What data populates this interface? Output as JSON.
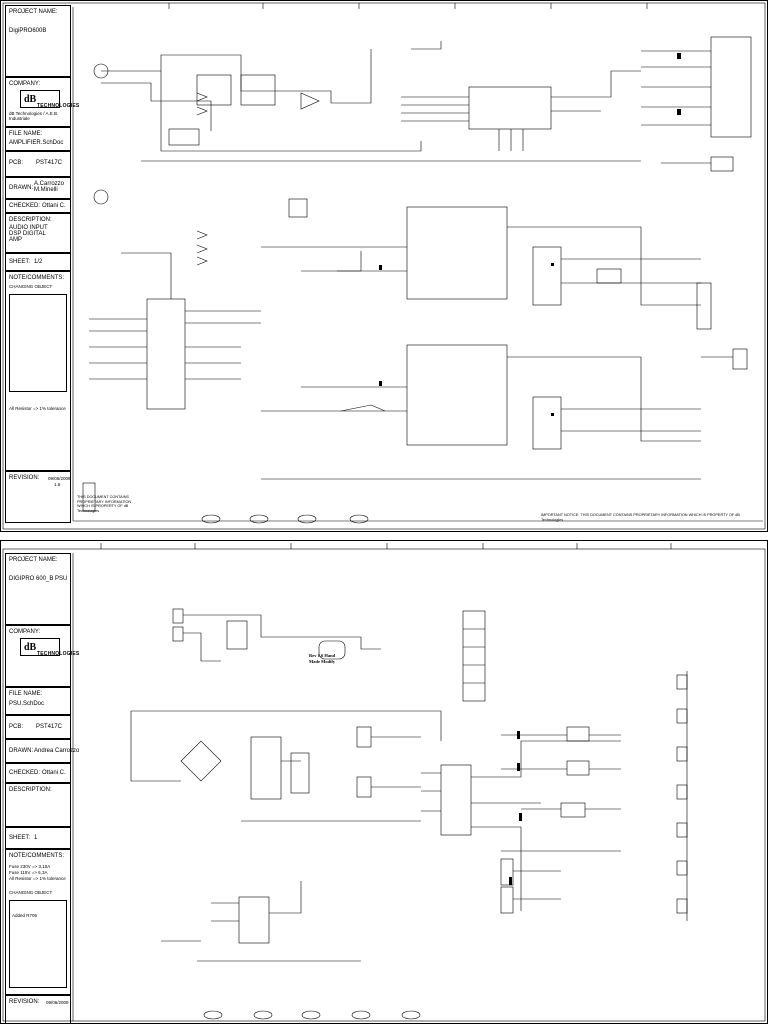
{
  "sheet1": {
    "project_label": "PROJECT NAME:",
    "project_name": "DigiPRO600B",
    "company_label": "COMPANY:",
    "logo_text": "dB",
    "logo_sub": "TECHNOLOGIES",
    "company_address": "dB Technologies / A.E.B. Industriale",
    "file_label": "FILE NAME:",
    "file_name": "AMPLIFIER.SchDoc",
    "pcb_label": "PCB:",
    "pcb_value": "PST417C",
    "drawn_label": "DRAWN:",
    "drawn_value": "A.Carrozzo M.Minelli",
    "checked_label": "CHECKED:",
    "checked_value": "Ottani C.",
    "description_label": "DESCRIPTION:",
    "description_value": "AUDIO INPUT DSP DIGITAL AMP",
    "sheet_label": "SHEET:",
    "sheet_value": "1/2",
    "notes_label": "NOTE/COMMENTS:",
    "changing_label": "CHANGING OBJECT",
    "resistor_note": "All Resistor => 1% tolerance",
    "revision_label": "REVISION:",
    "revision_date": "09/06/2009",
    "revision_value": "1.6",
    "notice_left": "THIS DOCUMENT CONTAINS PROPRIETARY INFORMATION WHICH IS PROPERTY OF dB Technologies",
    "notice_right": "IMPORTANT NOTICE: THIS DOCUMENT CONTAINS PROPRIETARY INFORMATION WHICH IS PROPERTY OF dB Technologies"
  },
  "sheet2": {
    "project_label": "PROJECT NAME:",
    "project_name": "DIGIPRO 600_B PSU",
    "company_label": "COMPANY:",
    "logo_text": "dB",
    "logo_sub": "TECHNOLOGIES",
    "file_label": "FILE NAME:",
    "file_name": "PSU.SchDoc",
    "pcb_label": "PCB:",
    "pcb_value": "PST417C",
    "drawn_label": "DRAWN:",
    "drawn_value": "Andrea Carrozzo",
    "checked_label": "CHECKED:",
    "checked_value": "Ottani C.",
    "description_label": "DESCRIPTION:",
    "sheet_label": "SHEET:",
    "sheet_value": "1",
    "notes_label": "NOTE/COMMENTS:",
    "notes_lines": [
      "Fuse 230V => 3,15A",
      "Fuse 115V => 6,3A",
      "All Resistor => 1% tolerance"
    ],
    "changing_label": "CHANGING OBJECT",
    "rev_box_line": "Added R706",
    "revision_label": "REVISION:",
    "revision_date": "09/06/2009",
    "rework_text": "Rev 1.6 Hand Made Modify"
  }
}
